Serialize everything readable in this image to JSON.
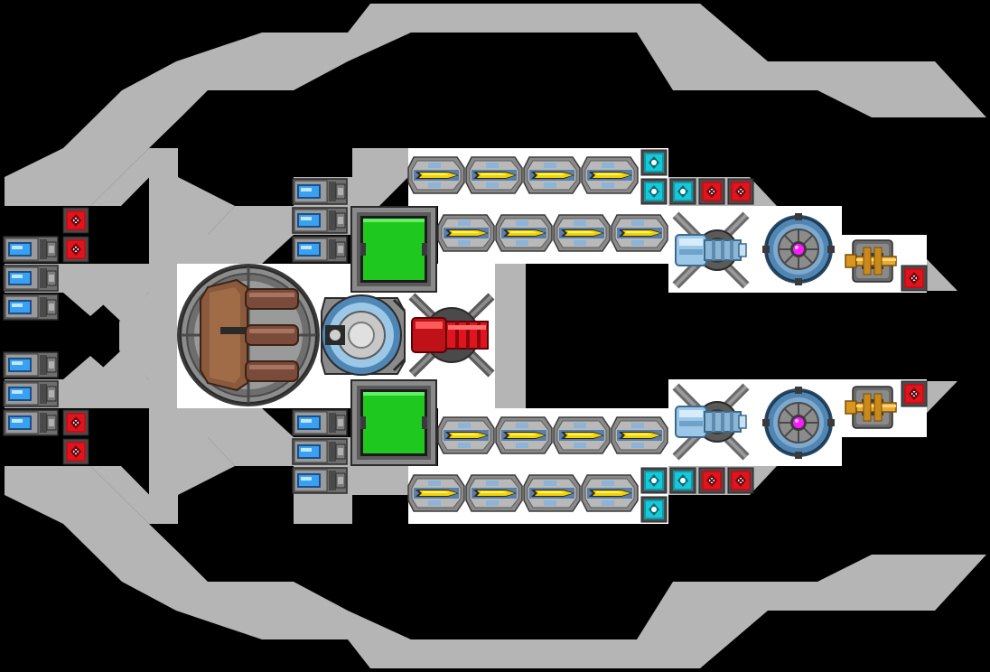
{
  "scene": {
    "background": "#000000",
    "hull_color": "#b5b5b5",
    "deck_color": "#ffffff",
    "icons": [
      "hull-frame",
      "deck-floor",
      "thruster",
      "shield-node-red",
      "shield-node-cyan",
      "core-generator",
      "life-support",
      "weapon-turret",
      "green-panel",
      "missile",
      "radar-dish",
      "energy-orb",
      "gold-cannon"
    ],
    "colors": {
      "thruster_blue": "#3aa0f0",
      "node_red": "#e0141e",
      "node_cyan": "#18c8d8",
      "panel_green": "#1ec81e",
      "missile_yellow": "#f4d200",
      "orb_magenta": "#ff1aff",
      "gold": "#d9961e",
      "core_brown": "#8b5a3c",
      "metal_dark": "#5a5a5a",
      "metal_mid": "#8c8c8c",
      "ice_blue": "#9cc8e8"
    }
  }
}
